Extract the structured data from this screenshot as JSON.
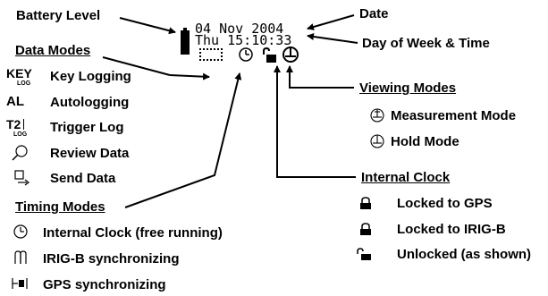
{
  "top_labels": {
    "battery_level": "Battery Level",
    "date": "Date",
    "day_time": "Day of Week & Time"
  },
  "display": {
    "date_line": "04 Nov  2004",
    "time_line": "Thu 15:10:33"
  },
  "data_modes": {
    "title": "Data Modes",
    "items": [
      {
        "code": "KEY",
        "code_sub": "LOG",
        "label": "Key Logging",
        "icon": "key-log-icon"
      },
      {
        "code": "AL",
        "code_sub": "",
        "label": "Autologging",
        "icon": "autolog-icon"
      },
      {
        "code": "T2",
        "code_sub": "LOG",
        "label": "Trigger Log",
        "icon": "trigger-log-icon"
      },
      {
        "code": "",
        "code_sub": "",
        "label": "Review Data",
        "icon": "magnifier-icon"
      },
      {
        "code": "",
        "code_sub": "",
        "label": "Send Data",
        "icon": "send-data-icon"
      }
    ]
  },
  "timing_modes": {
    "title": "Timing Modes",
    "items": [
      {
        "label": "Internal Clock (free running)",
        "icon": "clock-icon"
      },
      {
        "label": "IRIG-B synchronizing",
        "icon": "irig-b-sync-icon"
      },
      {
        "label": "GPS synchronizing",
        "icon": "gps-sync-icon"
      }
    ]
  },
  "viewing_modes": {
    "title": "Viewing Modes",
    "items": [
      {
        "label": "Measurement Mode",
        "icon": "measurement-mode-icon"
      },
      {
        "label": "Hold Mode",
        "icon": "hold-mode-icon"
      }
    ]
  },
  "internal_clock": {
    "title": "Internal Clock",
    "items": [
      {
        "label": "Locked to GPS",
        "icon": "lock-closed-icon"
      },
      {
        "label": "Locked to IRIG-B",
        "icon": "lock-closed-icon"
      },
      {
        "label": "Unlocked (as shown)",
        "icon": "lock-open-icon"
      }
    ]
  }
}
